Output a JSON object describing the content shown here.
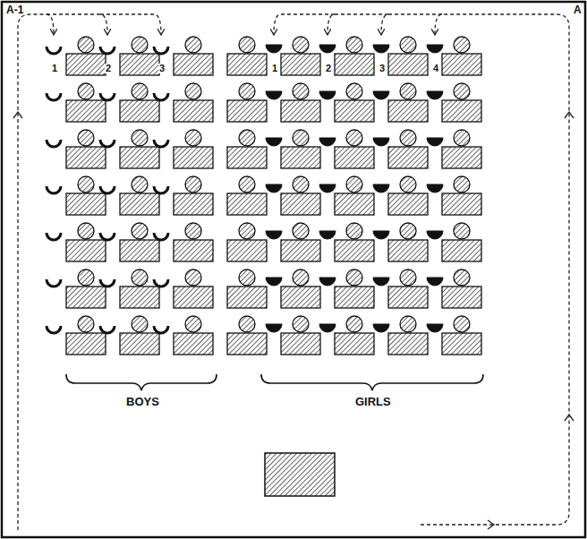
{
  "diagram": {
    "labels": [
      "A-1",
      "A",
      "1",
      "2",
      "3",
      "1",
      "2",
      "3",
      "4",
      "BOYS",
      "GIRLS"
    ]
  }
}
